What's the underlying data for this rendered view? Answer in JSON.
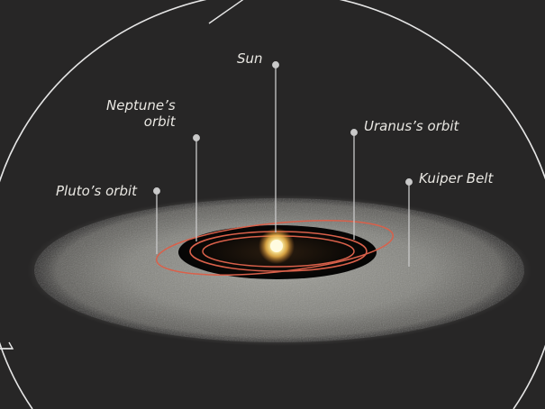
{
  "labels": {
    "sun": "Sun",
    "neptune_line1": "Neptune’s",
    "neptune_line2": "orbit",
    "uranus": "Uranus’s orbit",
    "pluto": "Pluto’s orbit",
    "kuiper": "Kuiper Belt"
  },
  "colors": {
    "background": "#272626",
    "outline": "#e6e6e6",
    "orbit": "#d9604a",
    "kuiper_belt": "#8c8c86",
    "sun": "#fff2a8",
    "leader": "#c9c9c9"
  }
}
